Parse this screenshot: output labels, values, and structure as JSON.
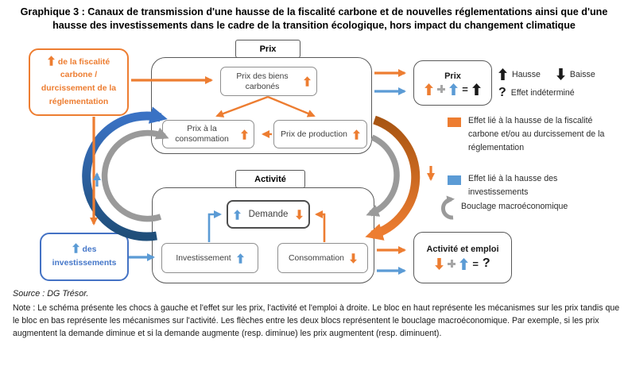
{
  "title": "Graphique 3 : Canaux de transmission d'une hausse de la fiscalité carbone et de nouvelles réglementations ainsi que d'une hausse des investissements dans le cadre de la transition écologique, hors impact du changement climatique",
  "diagram": {
    "shock_fiscalite": "de la fiscalité carbone / durcissement de la réglementation",
    "shock_investissements": "des investissements",
    "prix_block": {
      "label": "Prix",
      "biens": "Prix des biens carbonés",
      "consommation": "Prix à la consommation",
      "production": "Prix de production"
    },
    "activite_block": {
      "label": "Activité",
      "demande": "Demande",
      "investissement": "Investissement",
      "consommation": "Consommation"
    },
    "result_prix": {
      "title": "Prix",
      "equals": "="
    },
    "result_activite": {
      "title": "Activité et emploi",
      "equals": "=",
      "result": "?"
    }
  },
  "legend": {
    "hausse": "Hausse",
    "baisse": "Baisse",
    "indetermine_symbol": "?",
    "indetermine": "Effet indéterminé",
    "effet_orange": "Effet lié à la hausse de la fiscalité carbone et/ou au durcissement de la réglementation",
    "effet_bleu": "Effet lié à la hausse des investissements",
    "bouclage": "Bouclage macroéconomique"
  },
  "colors": {
    "orange": "#ED7D31",
    "bleu_clair": "#5B9BD5",
    "bleu_fonce": "#4472C4",
    "arc_bleu": "#2E6DB4",
    "arc_orange": "#C96215",
    "gris": "#9A9A9A"
  },
  "footer": {
    "source": "Source : DG Trésor.",
    "note": "Note : Le schéma présente les chocs à gauche et l'effet sur les prix, l'activité et l'emploi à droite. Le bloc en haut représente les mécanismes sur les prix tandis que le bloc en bas représente les mécanismes sur l'activité. Les flèches entre les deux blocs représentent le bouclage macroéconomique. Par exemple, si les prix augmentent la demande diminue et si la demande augmente (resp. diminue) les prix augmentent (resp. diminuent)."
  }
}
